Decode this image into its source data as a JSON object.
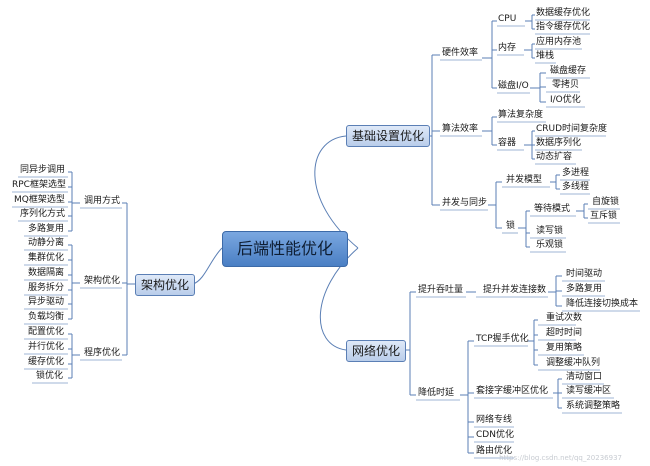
{
  "root": "后端性能优化",
  "branches": {
    "infra": {
      "label": "基础设置优化",
      "hardware": {
        "label": "硬件效率",
        "cpu": {
          "label": "CPU",
          "items": [
            "数据缓存优化",
            "指令缓存优化"
          ]
        },
        "memory": {
          "label": "内存",
          "items": [
            "应用内存池",
            "堆栈"
          ]
        },
        "disk": {
          "label": "磁盘I/O",
          "items": [
            "磁盘缓存",
            "零拷贝",
            "I/O优化"
          ]
        }
      },
      "algorithm": {
        "label": "算法效率",
        "complexity": "算法复杂度",
        "container": {
          "label": "容器",
          "items": [
            "CRUD时间复杂度",
            "数据序列化",
            "动态扩容"
          ]
        }
      },
      "concurrency": {
        "label": "并发与同步",
        "model": {
          "label": "并发模型",
          "items": [
            "多进程",
            "多线程"
          ]
        },
        "lock": {
          "label": "锁",
          "wait_mode": {
            "label": "等待模式",
            "items": [
              "自旋锁",
              "互斥锁"
            ]
          },
          "items": [
            "读写锁",
            "乐观锁"
          ]
        }
      }
    },
    "network": {
      "label": "网络优化",
      "throughput": {
        "label": "提升吞吐量",
        "concurrent_conn": {
          "label": "提升并发连接数",
          "items": [
            "时间驱动",
            "多路复用",
            "降低连接切换成本"
          ]
        }
      },
      "latency": {
        "label": "降低时延",
        "tcp": {
          "label": "TCP握手优化",
          "items": [
            "重试次数",
            "超时时间",
            "复用策略",
            "调整缓冲队列"
          ]
        },
        "socket": {
          "label": "套接字缓冲区优化",
          "items": [
            "清动窗口",
            "读写缓冲区",
            "系统调整策略"
          ]
        },
        "items": [
          "网络专线",
          "CDN优化",
          "路由优化"
        ]
      }
    },
    "architecture": {
      "label": "架构优化",
      "calling": {
        "label": "调用方式",
        "items": [
          "同异步调用",
          "RPC框架选型",
          "MQ框架选型",
          "序列化方式",
          "多路复用"
        ]
      },
      "arch": {
        "label": "架构优化",
        "items": [
          "动静分离",
          "集群优化",
          "数据隔离",
          "服务拆分",
          "异步驱动",
          "负载均衡"
        ]
      },
      "program": {
        "label": "程序优化",
        "items": [
          "配置优化",
          "并行优化",
          "缓存优化",
          "锁优化"
        ]
      }
    }
  },
  "watermark": "https://blog.csdn.net/qq_20236937",
  "colors": {
    "line": "#5b7fb5",
    "root_fill": "#4a7fc4",
    "main_fill": "#c6d7ef"
  }
}
